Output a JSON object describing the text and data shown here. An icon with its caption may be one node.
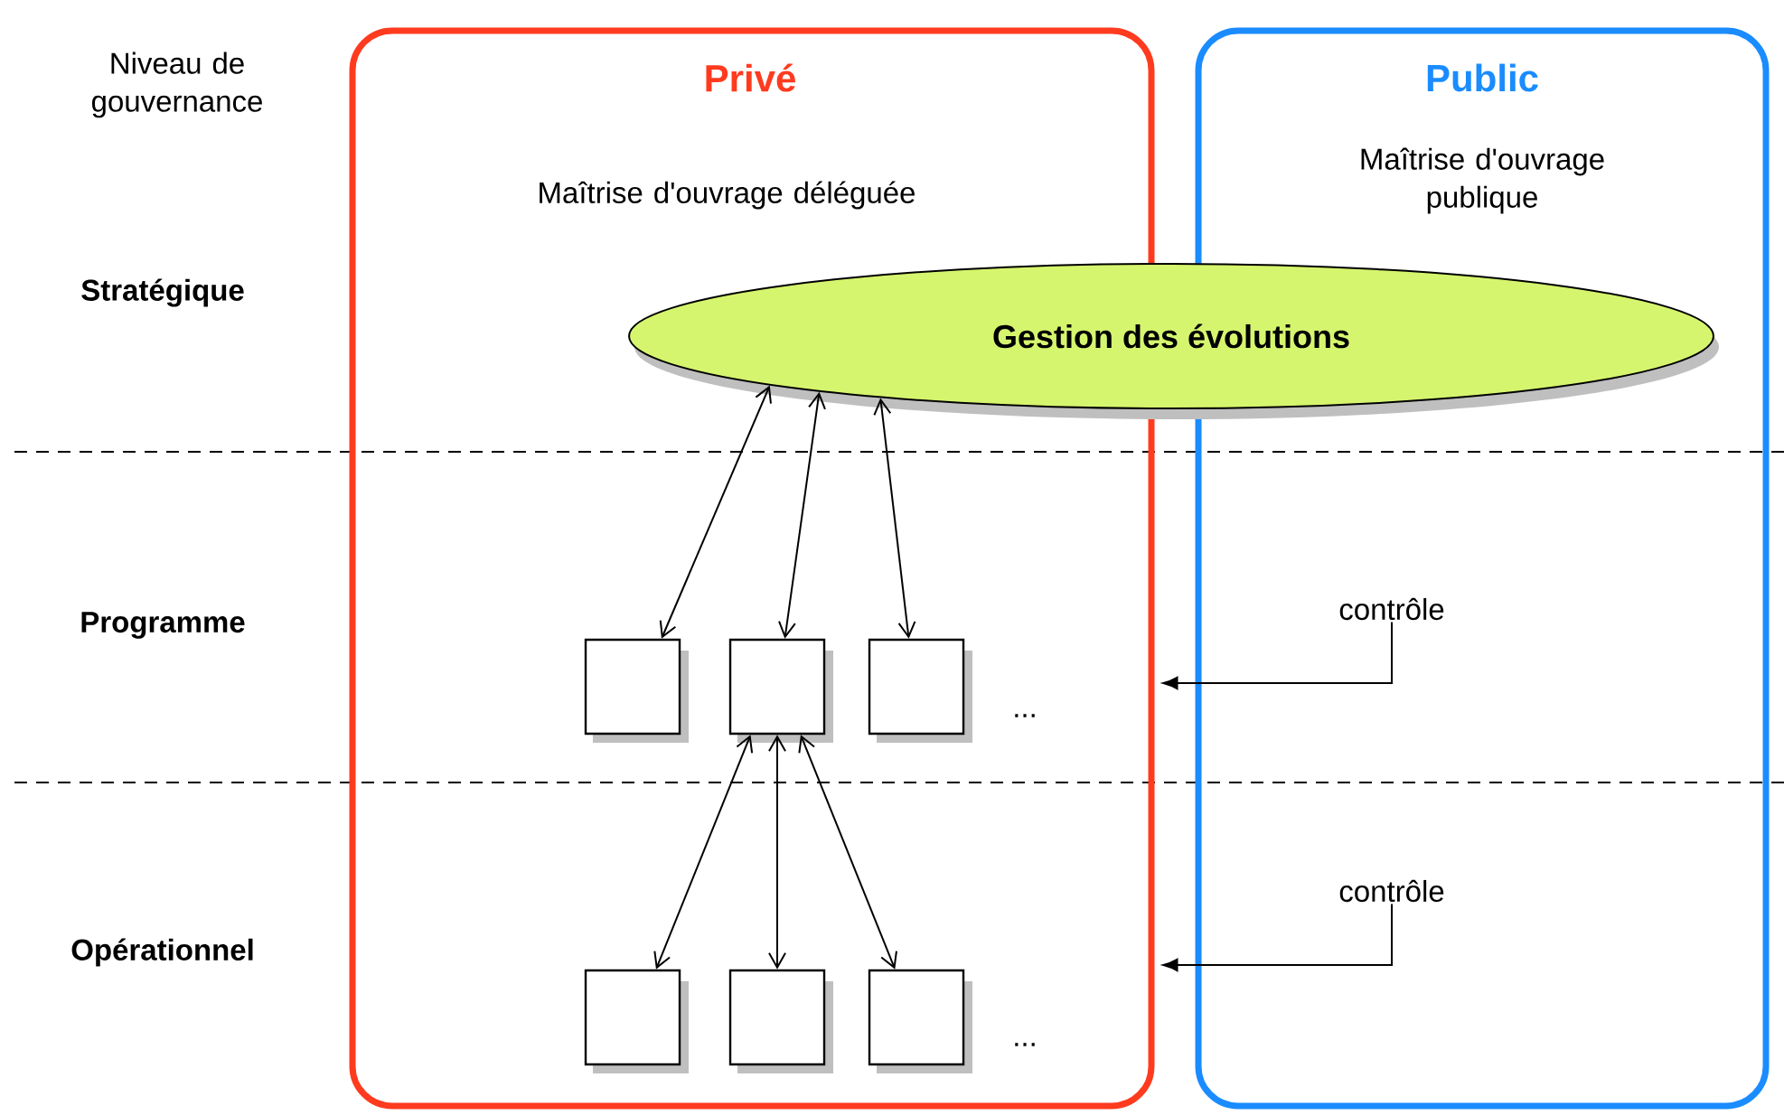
{
  "diagram": {
    "nodes": [
      {
        "text": [
          "Privé",
          "Maîtrise d'ouvrage déléguée"
        ]
      },
      {
        "text": [
          "Public",
          "Maîtrise d'ouvrage publique"
        ]
      },
      {
        "text": [
          "Gestion des évolutions"
        ]
      },
      {
        "text": [],
        "shape": "box",
        "in": 0
      },
      {
        "text": [],
        "shape": "box",
        "in": 0
      },
      {
        "text": [],
        "shape": "box",
        "in": 0
      },
      {
        "text": [],
        "shape": "box",
        "in": 0
      },
      {
        "text": [],
        "shape": "box",
        "in": 0
      },
      {
        "text": [],
        "shape": "box",
        "in": 0
      },
      {
        "text": [
          "contrôle"
        ],
        "in": 1
      },
      {
        "text": [
          "contrôle"
        ],
        "in": 1
      }
    ],
    "edges": [
      {
        "from": 2,
        "to": 3,
        "arrow": "both"
      },
      {
        "from": 2,
        "to": 4,
        "arrow": "both"
      },
      {
        "from": 2,
        "to": 5,
        "arrow": "both"
      },
      {
        "from": 4,
        "to": 6,
        "arrow": "both"
      },
      {
        "from": 4,
        "to": 7,
        "arrow": "both"
      },
      {
        "from": 4,
        "to": 8,
        "arrow": "both"
      },
      {
        "from": 9,
        "to": 0,
        "arrow": "to"
      },
      {
        "from": 10,
        "to": 0,
        "arrow": "to"
      }
    ],
    "labels": [
      "Niveau de gouvernance",
      "Stratégique",
      "Programme",
      "Opérationnel",
      "...",
      "..."
    ]
  }
}
